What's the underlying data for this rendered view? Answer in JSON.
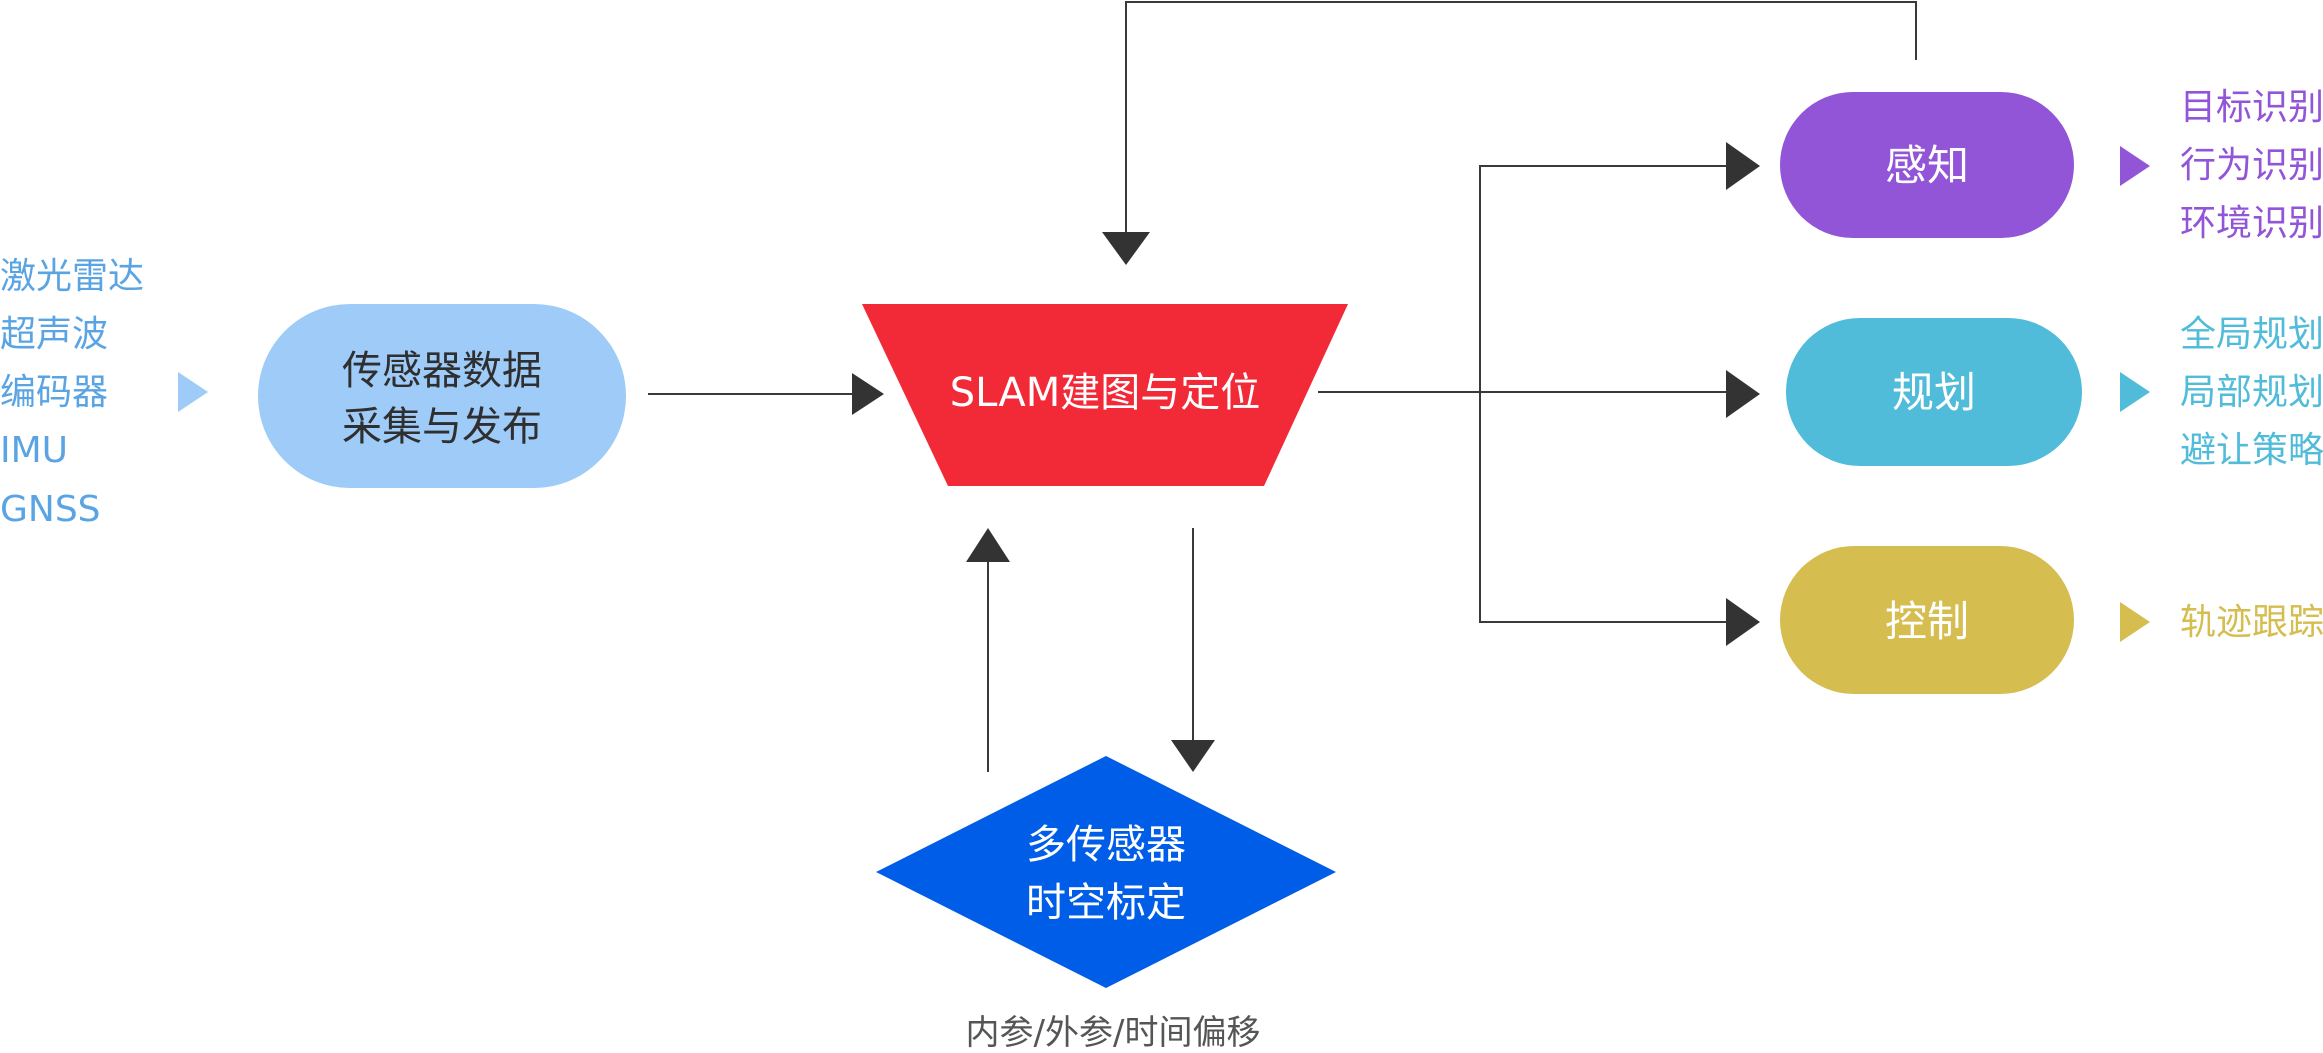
{
  "colors": {
    "sensor_text": "#5aa4e3",
    "sensor_arrow": "#9ecbf7",
    "collect_fill": "#9ecbf7",
    "collect_text": "#2f2f2f",
    "slam_fill": "#f22936",
    "slam_text": "#ffffff",
    "calib_fill": "#005de8",
    "calib_text": "#ffffff",
    "perception_fill": "#9355d8",
    "planning_fill": "#50bcd9",
    "control_fill": "#d6bd4f",
    "line": "#3a3a3a",
    "arrow": "#333333",
    "note_text": "#555555"
  },
  "sensors": [
    "激光雷达",
    "超声波",
    "编码器",
    "IMU",
    "GNSS"
  ],
  "collect": {
    "line1": "传感器数据",
    "line2": "采集与发布"
  },
  "slam": {
    "label": "SLAM建图与定位"
  },
  "calibration": {
    "line1": "多传感器",
    "line2": "时空标定",
    "note": "内参/外参/时间偏移"
  },
  "outputs": [
    {
      "key": "perception",
      "label": "感知",
      "items": [
        "目标识别",
        "行为识别",
        "环境识别"
      ]
    },
    {
      "key": "planning",
      "label": "规划",
      "items": [
        "全局规划",
        "局部规划",
        "避让策略"
      ]
    },
    {
      "key": "control",
      "label": "控制",
      "items": [
        "轨迹跟踪"
      ]
    }
  ]
}
